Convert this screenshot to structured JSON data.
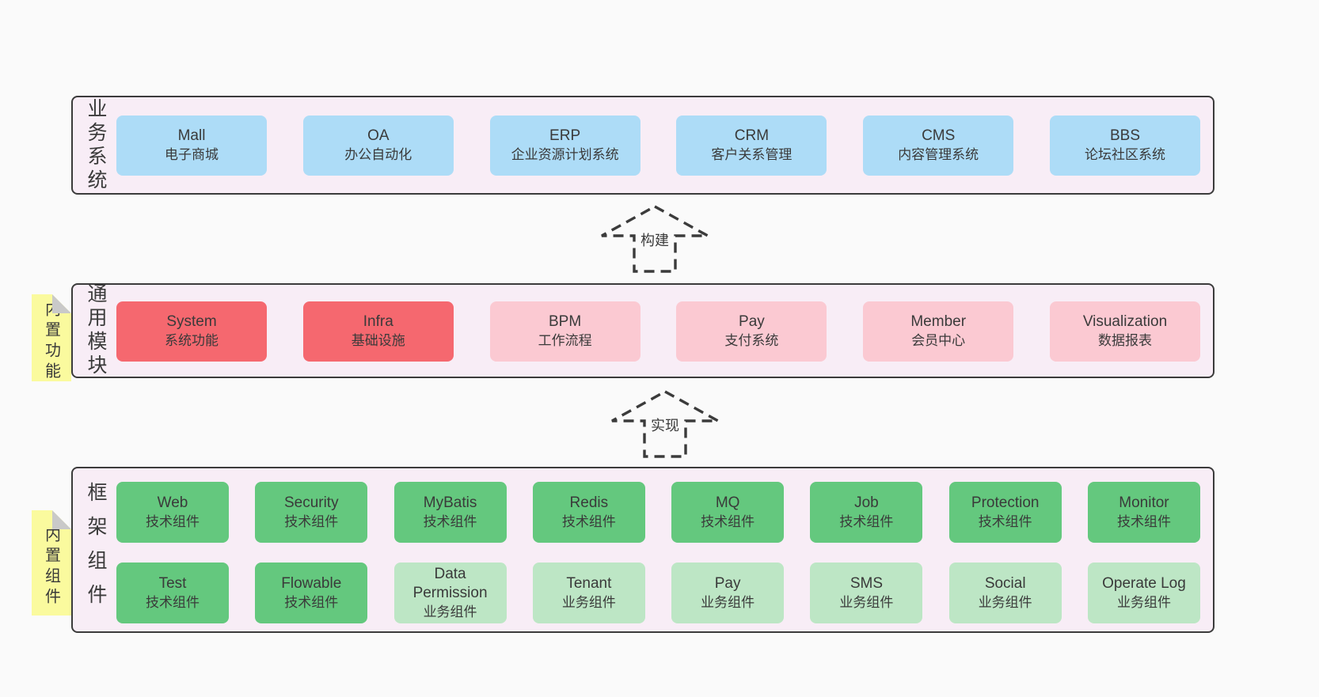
{
  "colors": {
    "page-bg": "#fafafa",
    "band-bg": "#f8edf6",
    "band-border": "#3b3b3b",
    "box-blue": "#addcf7",
    "box-red": "#f5686f",
    "box-pink": "#fbc9d2",
    "box-green": "#64c87e",
    "box-green-light": "#bde6c5",
    "sticky-yellow": "#fafa9e",
    "sticky-fold": "#c9c9c9",
    "text": "#3a3a3a"
  },
  "bands": [
    {
      "label": "业务系统",
      "boxes": [
        {
          "title": "Mall",
          "subtitle": "电子商城"
        },
        {
          "title": "OA",
          "subtitle": "办公自动化"
        },
        {
          "title": "ERP",
          "subtitle": "企业资源计划系统"
        },
        {
          "title": "CRM",
          "subtitle": "客户关系管理"
        },
        {
          "title": "CMS",
          "subtitle": "内容管理系统"
        },
        {
          "title": "BBS",
          "subtitle": "论坛社区系统"
        }
      ]
    },
    {
      "label": "通用模块",
      "sticky": "内置功能",
      "boxes": [
        {
          "title": "System",
          "subtitle": "系统功能"
        },
        {
          "title": "Infra",
          "subtitle": "基础设施"
        },
        {
          "title": "BPM",
          "subtitle": "工作流程"
        },
        {
          "title": "Pay",
          "subtitle": "支付系统"
        },
        {
          "title": "Member",
          "subtitle": "会员中心"
        },
        {
          "title": "Visualization",
          "subtitle": "数据报表"
        }
      ]
    },
    {
      "label": "框架组件",
      "sticky": "内置组件",
      "row1": [
        {
          "title": "Web",
          "subtitle": "技术组件"
        },
        {
          "title": "Security",
          "subtitle": "技术组件"
        },
        {
          "title": "MyBatis",
          "subtitle": "技术组件"
        },
        {
          "title": "Redis",
          "subtitle": "技术组件"
        },
        {
          "title": "MQ",
          "subtitle": "技术组件"
        },
        {
          "title": "Job",
          "subtitle": "技术组件"
        },
        {
          "title": "Protection",
          "subtitle": "技术组件"
        },
        {
          "title": "Monitor",
          "subtitle": "技术组件"
        }
      ],
      "row2": [
        {
          "title": "Test",
          "subtitle": "技术组件"
        },
        {
          "title": "Flowable",
          "subtitle": "技术组件"
        },
        {
          "title": "Data Permission",
          "subtitle": "业务组件"
        },
        {
          "title": "Tenant",
          "subtitle": "业务组件"
        },
        {
          "title": "Pay",
          "subtitle": "业务组件"
        },
        {
          "title": "SMS",
          "subtitle": "业务组件"
        },
        {
          "title": "Social",
          "subtitle": "业务组件"
        },
        {
          "title": "Operate Log",
          "subtitle": "业务组件"
        }
      ]
    }
  ],
  "arrows": [
    {
      "label": "构建"
    },
    {
      "label": "实现"
    }
  ]
}
